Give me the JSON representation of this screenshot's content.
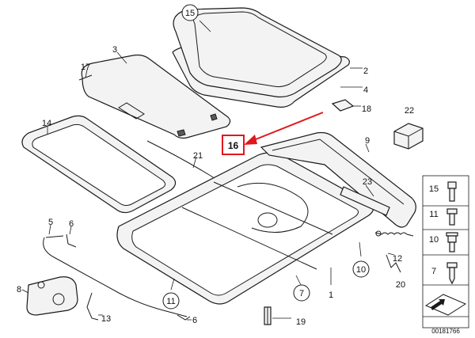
{
  "highlight": {
    "label": "16",
    "color": "#e2161b"
  },
  "callouts": [
    {
      "id": "15",
      "circled": true
    },
    {
      "id": "3",
      "circled": false
    },
    {
      "id": "2",
      "circled": false
    },
    {
      "id": "4",
      "circled": false
    },
    {
      "id": "17",
      "circled": false
    },
    {
      "id": "18",
      "circled": false
    },
    {
      "id": "22",
      "circled": false
    },
    {
      "id": "14",
      "circled": false
    },
    {
      "id": "21",
      "circled": false
    },
    {
      "id": "9",
      "circled": false
    },
    {
      "id": "23",
      "circled": false
    },
    {
      "id": "5",
      "circled": false
    },
    {
      "id": "6",
      "circled": false
    },
    {
      "id": "12",
      "circled": false
    },
    {
      "id": "10",
      "circled": true
    },
    {
      "id": "20",
      "circled": false
    },
    {
      "id": "8",
      "circled": false
    },
    {
      "id": "1",
      "circled": false
    },
    {
      "id": "7",
      "circled": true
    },
    {
      "id": "11",
      "circled": true
    },
    {
      "id": "13",
      "circled": false
    },
    {
      "id": "6",
      "circled": false
    },
    {
      "id": "19",
      "circled": false
    }
  ],
  "legend": {
    "items": [
      {
        "label": "15",
        "icon": "bolt-hex-socket-icon"
      },
      {
        "label": "11",
        "icon": "bolt-torx-icon"
      },
      {
        "label": "10",
        "icon": "bolt-flange-icon"
      },
      {
        "label": "7",
        "icon": "screw-self-tapping-icon"
      }
    ],
    "footer_icon": "mounting-position-icon"
  },
  "doc_number": "00181766",
  "colors": {
    "line": "#1a1a1a",
    "highlight": "#e2161b",
    "part_fill": "#f3f3f3"
  }
}
